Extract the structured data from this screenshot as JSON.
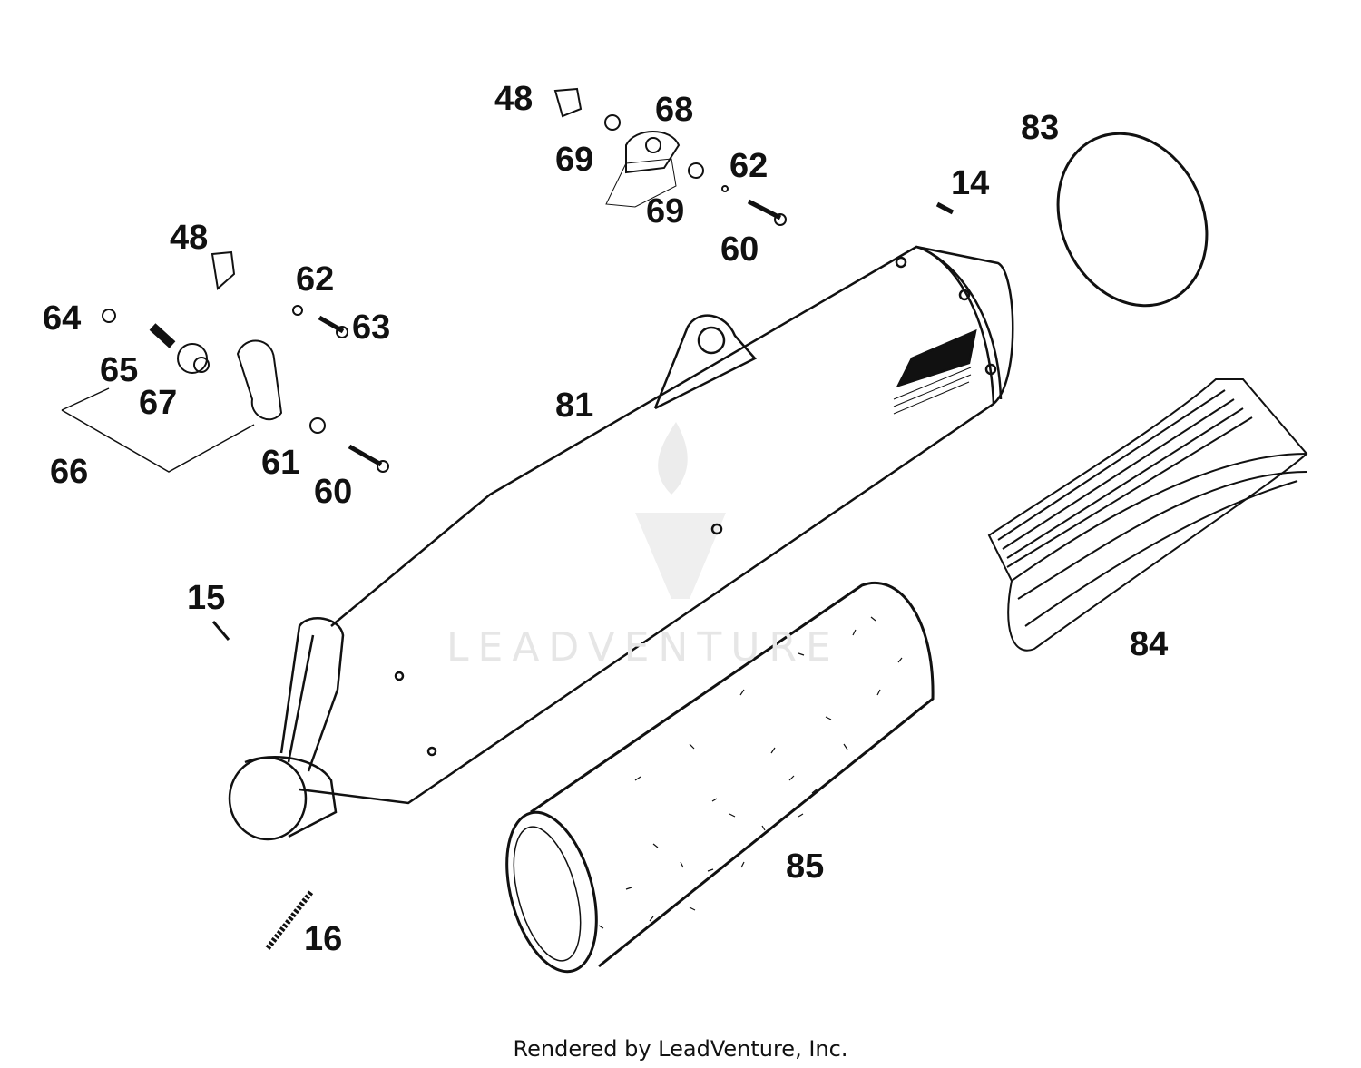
{
  "diagram": {
    "labels": {
      "p48a": "48",
      "p68": "68",
      "p69a": "69",
      "p69b": "69",
      "p62a": "62",
      "p60a": "60",
      "p14": "14",
      "p83": "83",
      "p48b": "48",
      "p62b": "62",
      "p63": "63",
      "p64": "64",
      "p65": "65",
      "p67": "67",
      "p66": "66",
      "p61": "61",
      "p60b": "60",
      "p81": "81",
      "p15": "15",
      "p84": "84",
      "p85": "85",
      "p16": "16"
    },
    "watermark": "LEADVENTURE",
    "footer": "Rendered by LeadVenture, Inc."
  }
}
